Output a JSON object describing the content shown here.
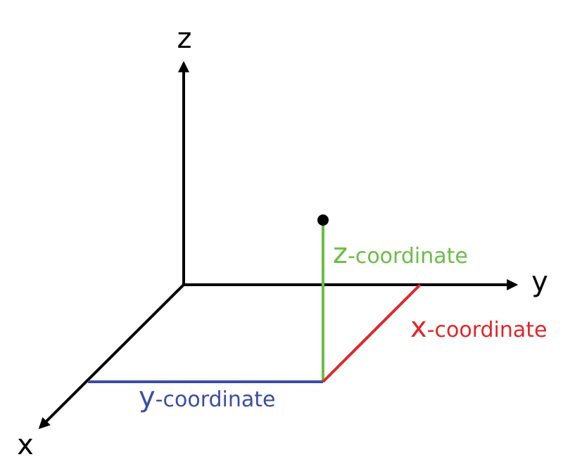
{
  "diagram": {
    "axes": {
      "z_label": "z",
      "y_label": "y",
      "x_label": "x"
    },
    "coordinates": {
      "z": {
        "letter": "z",
        "suffix": "-coordinate",
        "color": "#6bbd45"
      },
      "x": {
        "letter": "x",
        "suffix": "-coordinate",
        "color": "#e0262a"
      },
      "y": {
        "letter": "y",
        "suffix": "-coordinate",
        "color": "#3b4ea5"
      }
    },
    "colors": {
      "axis": "#000000",
      "point": "#000000",
      "background": "#ffffff"
    }
  }
}
